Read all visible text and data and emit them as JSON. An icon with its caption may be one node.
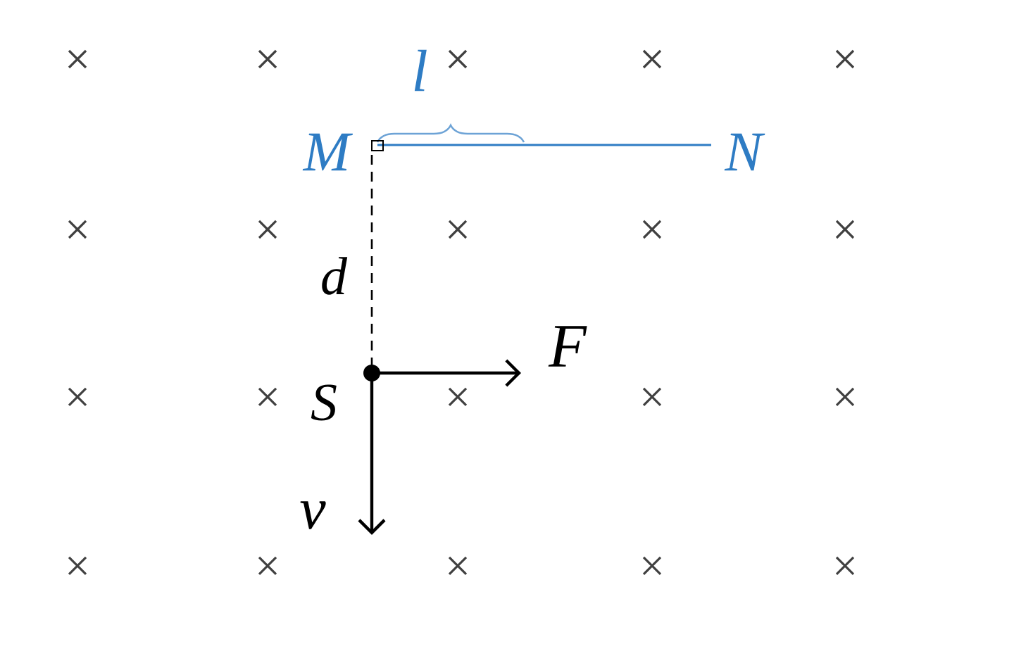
{
  "diagram": {
    "labels": [
      "l",
      "M",
      "N",
      "d",
      "S",
      "F",
      "v"
    ]
  }
}
